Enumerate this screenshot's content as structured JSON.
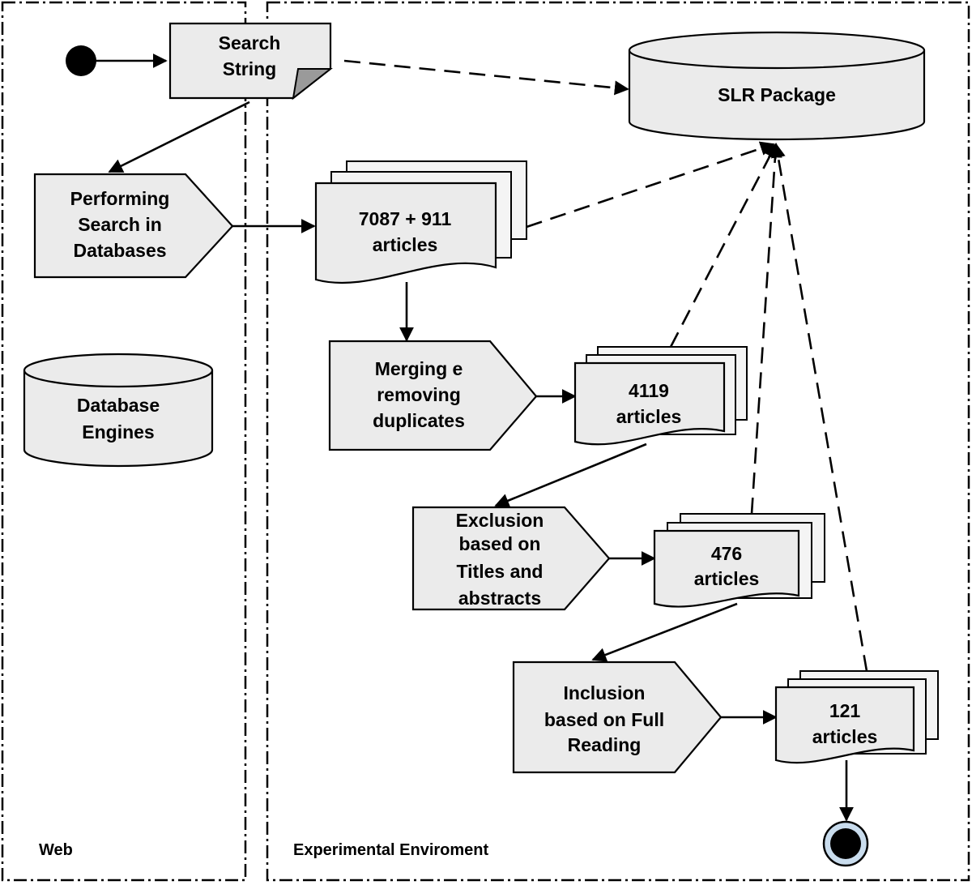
{
  "lanes": {
    "web": "Web",
    "experimental": "Experimental Enviroment"
  },
  "nodes": {
    "search_string": [
      "Search",
      "String"
    ],
    "slr_package": [
      "SLR Package"
    ],
    "performing_search": [
      "Performing",
      "Search in",
      "Databases"
    ],
    "database_engines": [
      "Database",
      "Engines"
    ],
    "articles_7087": [
      "7087 + 911",
      "articles"
    ],
    "merging": [
      "Merging e",
      "removing",
      "duplicates"
    ],
    "articles_4119": [
      "4119",
      "articles"
    ],
    "exclusion": [
      "Exclusion",
      "based on",
      "Titles and",
      "abstracts"
    ],
    "articles_476": [
      "476",
      "articles"
    ],
    "inclusion": [
      "Inclusion",
      "based on Full",
      "Reading"
    ],
    "articles_121": [
      "121",
      "articles"
    ]
  },
  "colors": {
    "node_fill": "#ebebeb",
    "stroke": "#000000",
    "end_ring": "#c9dced"
  }
}
